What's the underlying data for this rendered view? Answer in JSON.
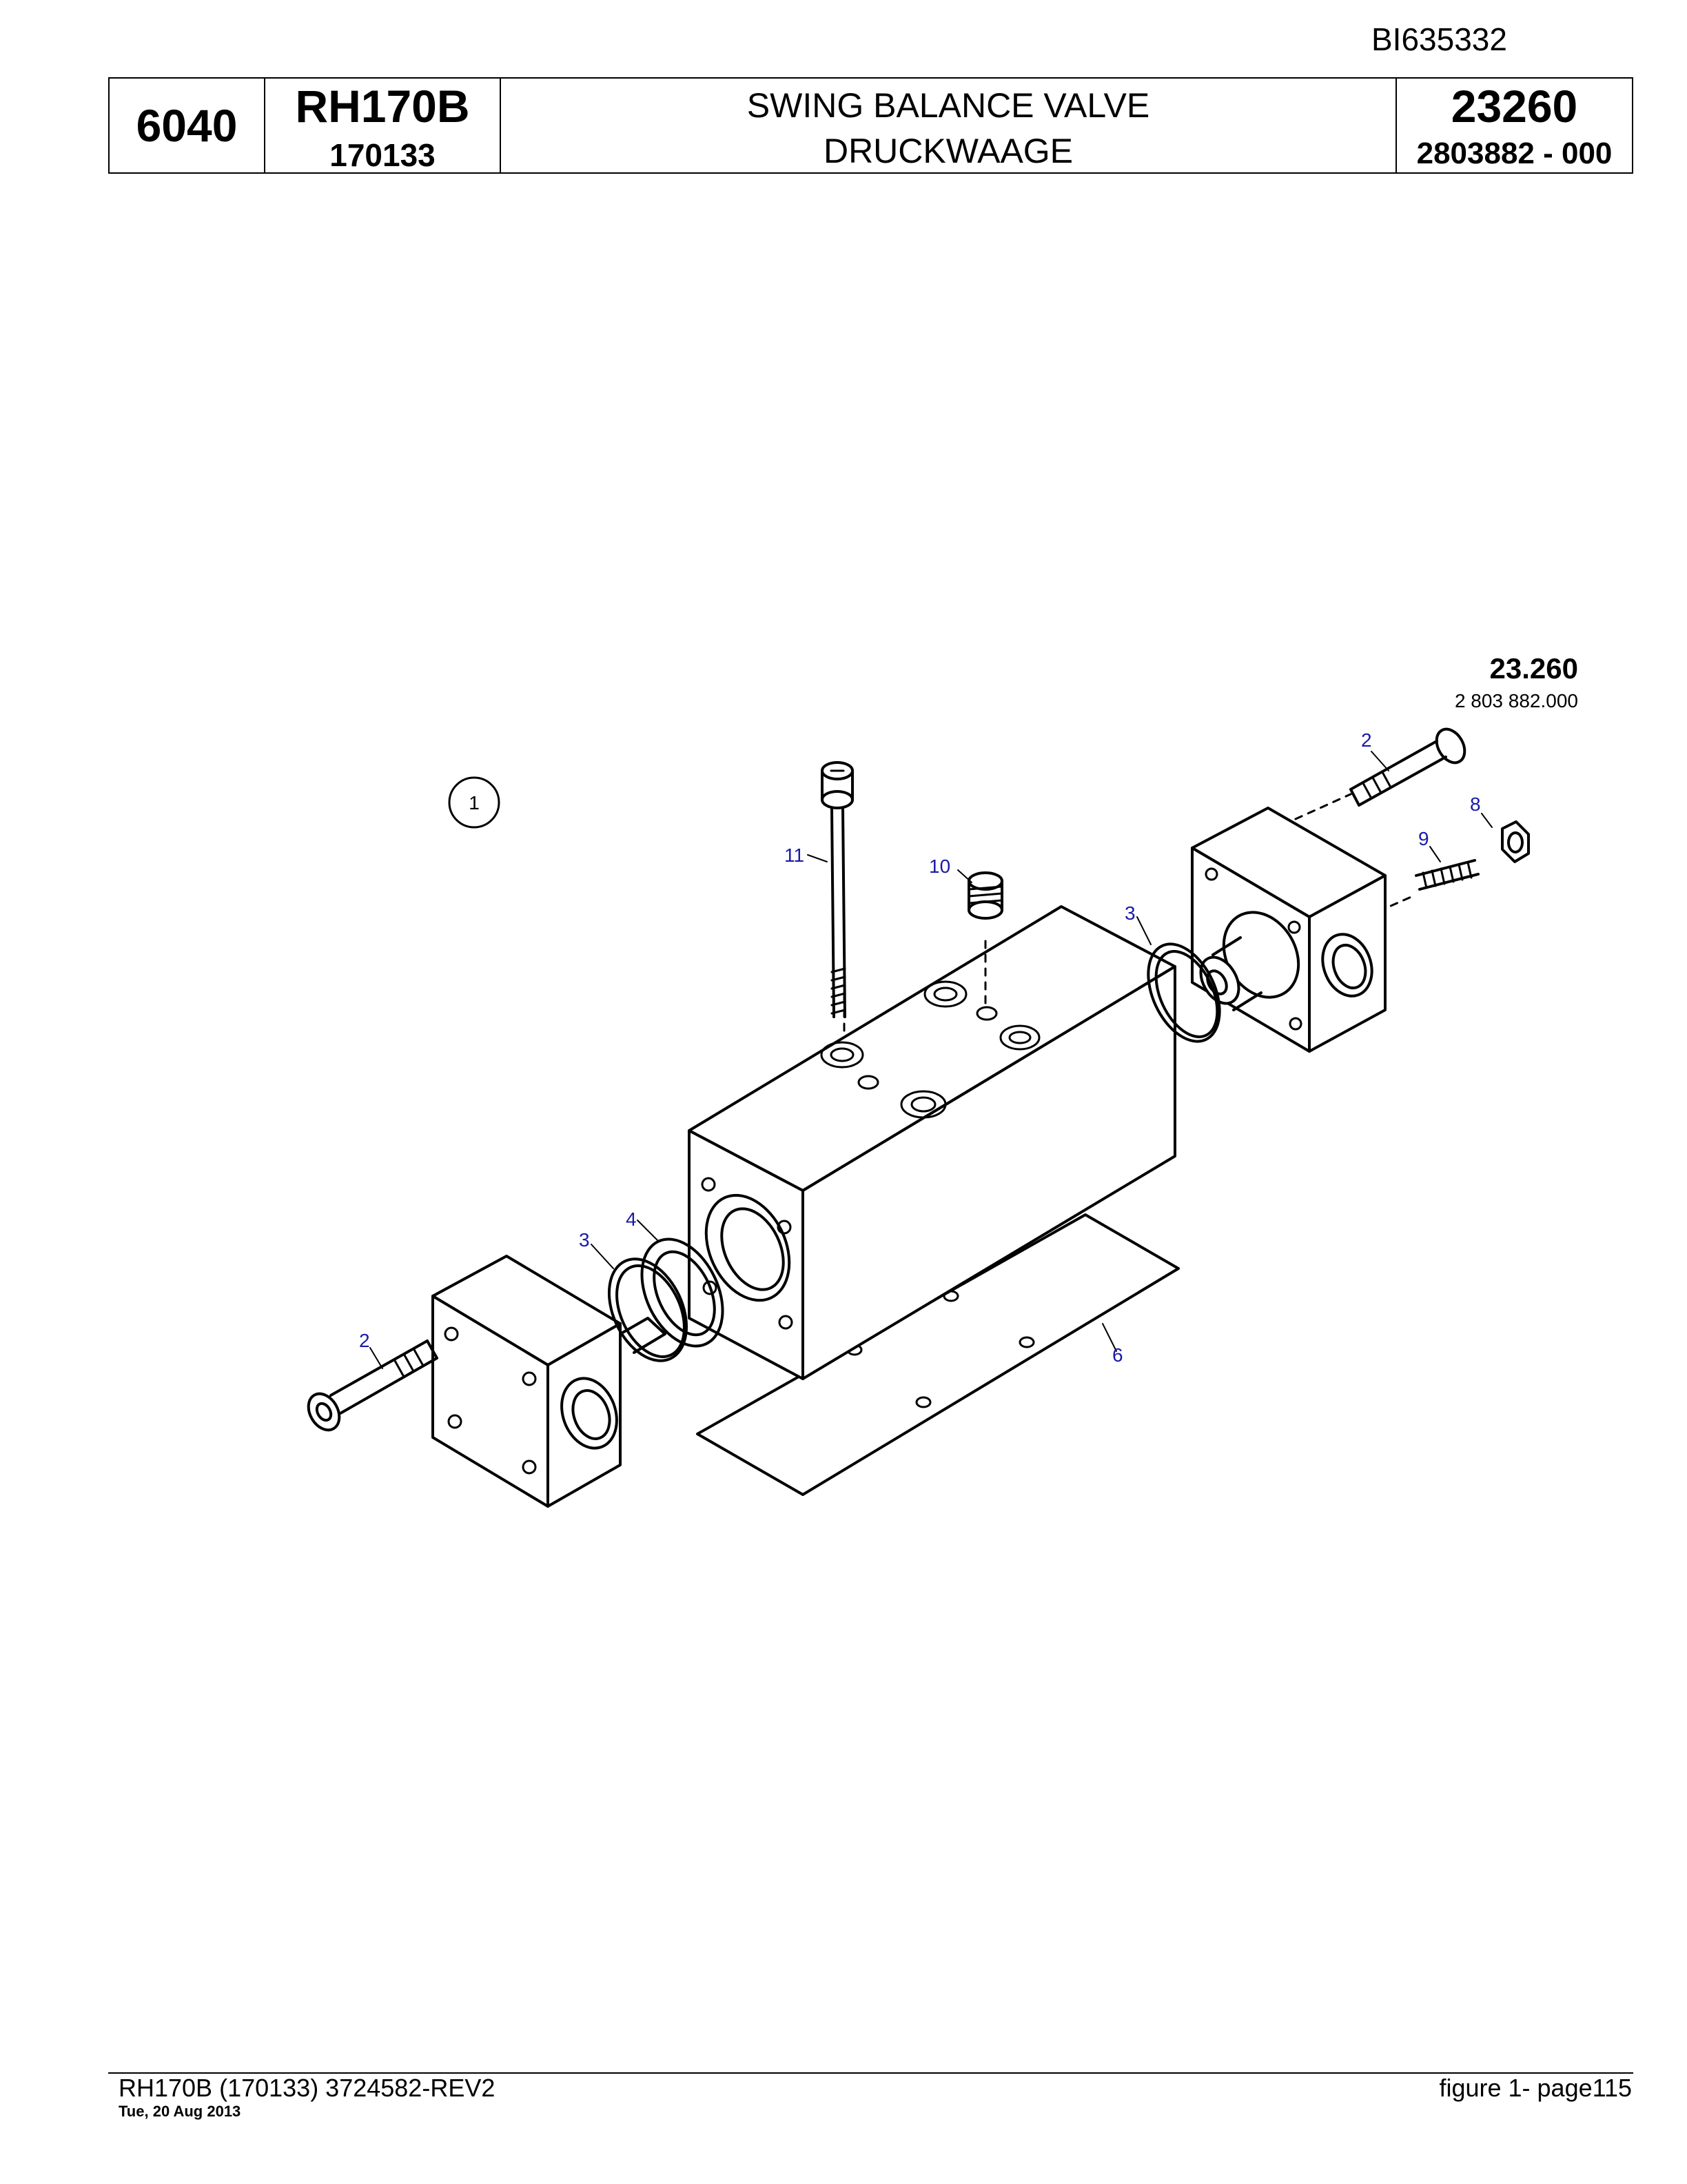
{
  "doc_id": "BI635332",
  "header": {
    "group": "6040",
    "model": "RH170B",
    "serial": "170133",
    "title_en": "SWING BALANCE VALVE",
    "title_de": "DRUCKWAAGE",
    "page_code": "23260",
    "part_number": "2803882  - 000"
  },
  "drawing": {
    "ref_title": "23.260",
    "ref_subtitle": "2 803 882.000",
    "ref_circle": "1",
    "callouts": [
      "2",
      "8",
      "9",
      "11",
      "10",
      "3",
      "4",
      "3",
      "2",
      "6"
    ]
  },
  "footer": {
    "left": "RH170B (170133) 3724582-REV2",
    "date": "Tue, 20 Aug 2013",
    "right": "figure  1- page115"
  }
}
